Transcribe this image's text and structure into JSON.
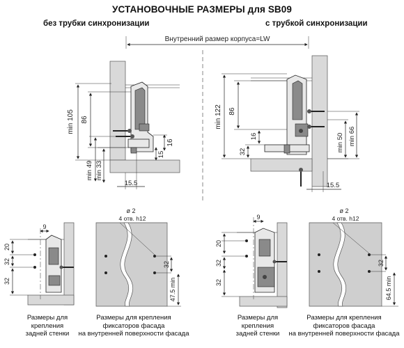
{
  "title": "УСТАНОВОЧНЫЕ РАЗМЕРЫ для SB09",
  "subtitle_left": "без трубки синхронизации",
  "subtitle_right": "с трубкой синхронизации",
  "lw_label": "Внутренний размер корпуса=LW",
  "left_top": {
    "min105": "min 105",
    "d86": "86",
    "d16": "16",
    "d15": "15",
    "min49": "min 49",
    "min33": "min 33",
    "d15_5": "15.5"
  },
  "right_top": {
    "min122": "min 122",
    "d86": "86",
    "d16": "16",
    "d32": "32",
    "min50": "min 50",
    "min66": "min 66",
    "d15_5": "15.5"
  },
  "bottom_left": {
    "d9": "9",
    "d20": "20",
    "d32a": "32",
    "d32b": "32",
    "caption": [
      "Размеры для",
      "крепления",
      "задней стенки"
    ]
  },
  "bottom_left_front": {
    "hole": "ø 2",
    "holes_note": "4 отв. h12",
    "d32": "32",
    "min47_5": "47.5 min",
    "caption": [
      "Размеры для крепления",
      "фиксаторов фасада",
      "на внутренней поверхности фасада"
    ]
  },
  "bottom_right": {
    "d9": "9",
    "d20": "20",
    "d32a": "32",
    "d32b": "32",
    "caption": [
      "Размеры для",
      "крепления",
      "задней стенки"
    ]
  },
  "bottom_right_front": {
    "hole": "ø 2",
    "holes_note": "4 отв. h12",
    "d32": "32",
    "min64_5": "64.5 min",
    "caption": [
      "Размеры для крепления",
      "фиксаторов фасада",
      "на внутренней поверхности фасада"
    ]
  }
}
